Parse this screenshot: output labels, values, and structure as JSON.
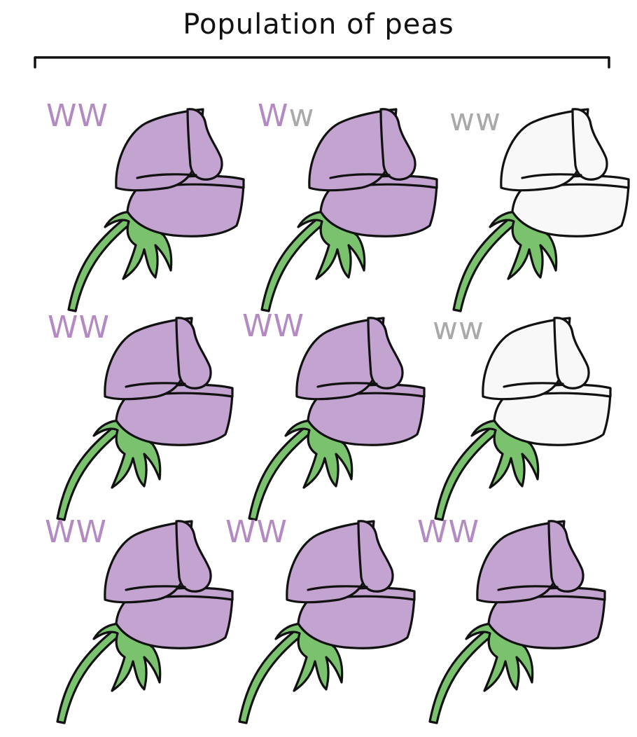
{
  "title": "Population of peas",
  "colors": {
    "purple": "#c3a3cf",
    "white_petal": "#f8f8f8",
    "stem": "#7bc26f",
    "outline": "#111111",
    "label_dominant": "#b38bc2",
    "label_recessive": "#a9a9a9"
  },
  "flowers": [
    {
      "color": "purple",
      "alleles": [
        {
          "letter": "W",
          "tone": "dominant"
        },
        {
          "letter": "W",
          "tone": "dominant"
        }
      ]
    },
    {
      "color": "purple",
      "alleles": [
        {
          "letter": "W",
          "tone": "dominant"
        },
        {
          "letter": "w",
          "tone": "recessive"
        }
      ]
    },
    {
      "color": "white",
      "alleles": [
        {
          "letter": "w",
          "tone": "recessive"
        },
        {
          "letter": "w",
          "tone": "recessive"
        }
      ]
    },
    {
      "color": "purple",
      "alleles": [
        {
          "letter": "W",
          "tone": "dominant"
        },
        {
          "letter": "W",
          "tone": "dominant"
        }
      ]
    },
    {
      "color": "purple",
      "alleles": [
        {
          "letter": "W",
          "tone": "dominant"
        },
        {
          "letter": "W",
          "tone": "dominant"
        }
      ]
    },
    {
      "color": "white",
      "alleles": [
        {
          "letter": "w",
          "tone": "recessive"
        },
        {
          "letter": "w",
          "tone": "recessive"
        }
      ]
    },
    {
      "color": "purple",
      "alleles": [
        {
          "letter": "W",
          "tone": "dominant"
        },
        {
          "letter": "W",
          "tone": "dominant"
        }
      ]
    },
    {
      "color": "purple",
      "alleles": [
        {
          "letter": "W",
          "tone": "dominant"
        },
        {
          "letter": "W",
          "tone": "dominant"
        }
      ]
    },
    {
      "color": "purple",
      "alleles": [
        {
          "letter": "W",
          "tone": "dominant"
        },
        {
          "letter": "W",
          "tone": "dominant"
        }
      ]
    }
  ]
}
